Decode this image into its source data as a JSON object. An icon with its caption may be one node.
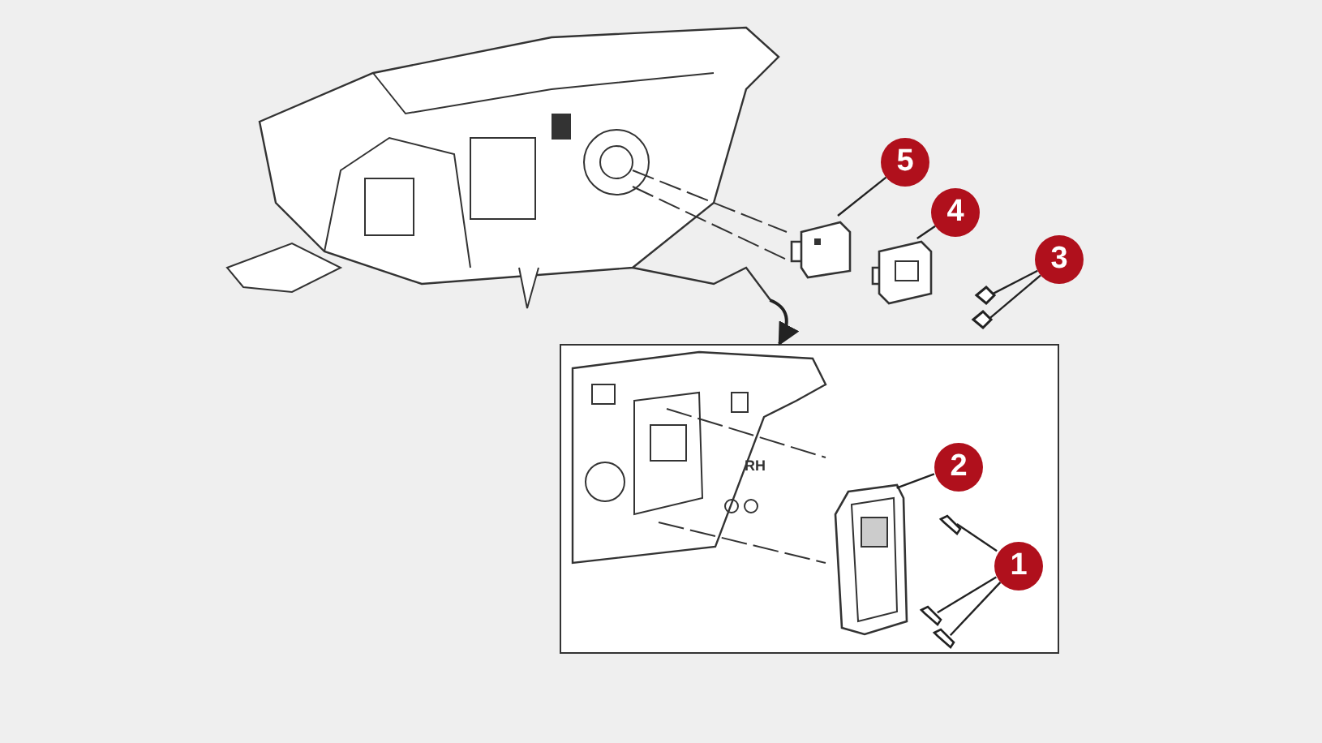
{
  "diagram": {
    "nodes": [
      {
        "text": [],
        "shape": "picture"
      },
      {
        "text": [
          "5"
        ]
      },
      {
        "text": [],
        "shape": "picture"
      },
      {
        "text": [
          "4"
        ]
      },
      {
        "text": [],
        "shape": "picture"
      },
      {
        "text": [
          "3"
        ]
      },
      {
        "text": [],
        "shape": "picture"
      },
      {
        "text": [],
        "shape": "picture"
      },
      {
        "text": [],
        "shape": "box"
      },
      {
        "text": [],
        "shape": "picture",
        "in": 8
      },
      {
        "text": [
          "2"
        ],
        "in": 8
      },
      {
        "text": [],
        "shape": "picture",
        "in": 8
      },
      {
        "text": [
          "1"
        ],
        "in": 8
      },
      {
        "text": [],
        "shape": "picture",
        "in": 8
      },
      {
        "text": [],
        "shape": "picture",
        "in": 8
      },
      {
        "text": [],
        "shape": "picture",
        "in": 8
      }
    ],
    "edges": [
      {
        "from": 1,
        "to": 2,
        "arrow": "none"
      },
      {
        "from": 3,
        "to": 4,
        "arrow": "none"
      },
      {
        "from": 5,
        "to": 6,
        "arrow": "none"
      },
      {
        "from": 5,
        "to": 7,
        "arrow": "none"
      },
      {
        "from": 10,
        "to": 11,
        "arrow": "none"
      },
      {
        "from": 12,
        "to": 13,
        "arrow": "none"
      },
      {
        "from": 12,
        "to": 14,
        "arrow": "none"
      },
      {
        "from": 12,
        "to": 15,
        "arrow": "none"
      },
      {
        "from": 0,
        "to": 8,
        "arrow": "to"
      }
    ],
    "labels": [
      "RH"
    ]
  }
}
